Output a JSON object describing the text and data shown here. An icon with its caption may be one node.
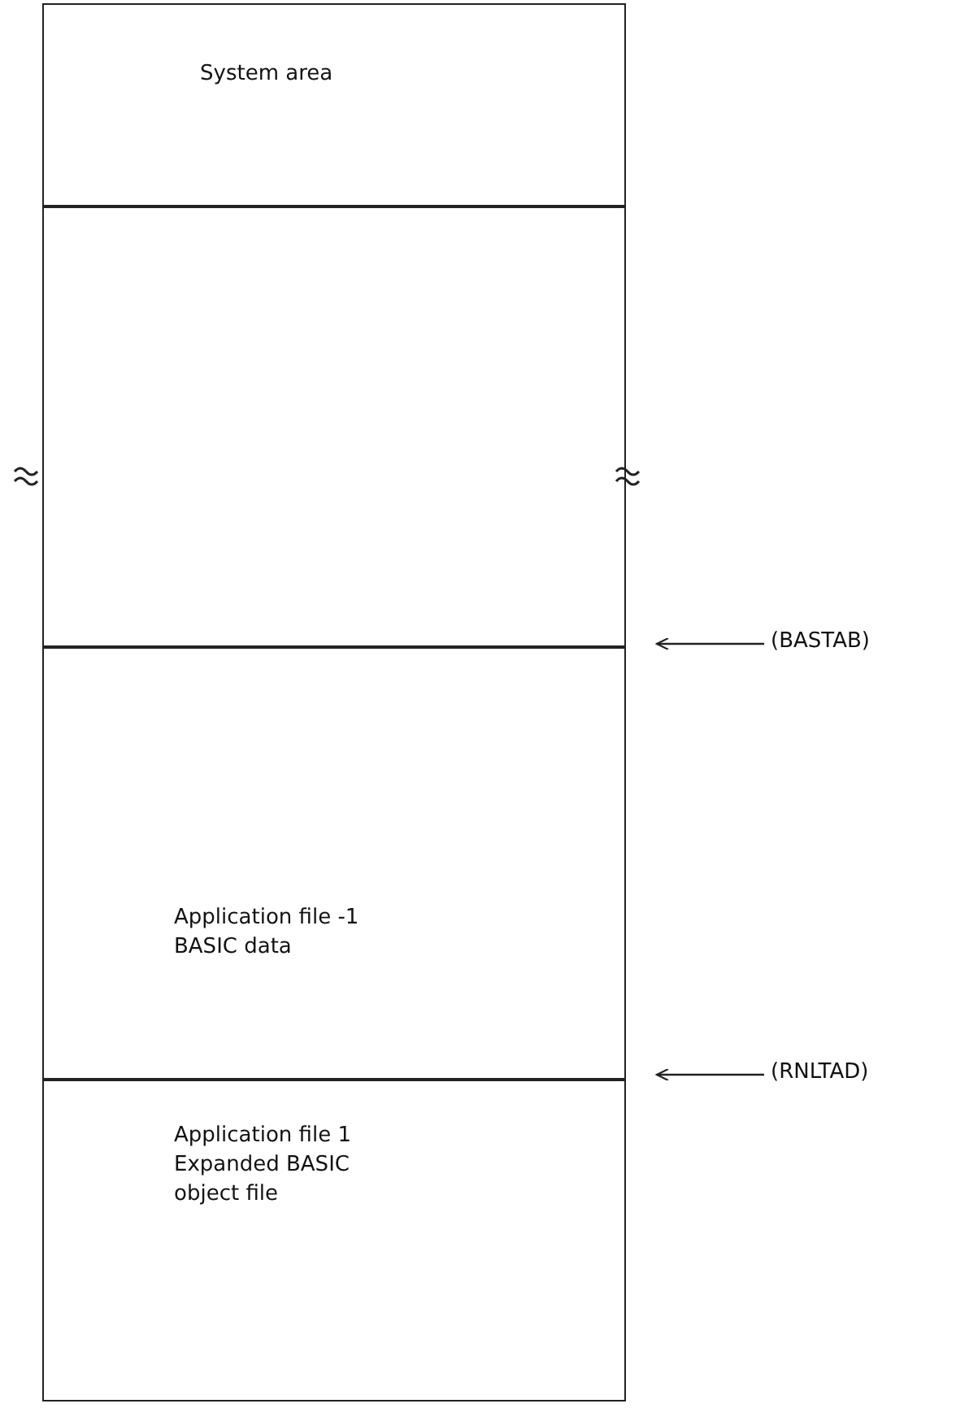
{
  "diagram": {
    "nodes": [
      {
        "text": [
          "System area"
        ]
      },
      {
        "text": [],
        "shape": "box"
      },
      {
        "text": [
          "Application file -1 BASIC data"
        ]
      },
      {
        "text": [
          "Application file 1 Expanded BASIC object file"
        ]
      },
      {
        "text": [
          "(BASTAB)"
        ]
      },
      {
        "text": [
          "(RNLTAD)"
        ]
      }
    ],
    "edges": [
      {
        "from": 4,
        "to": 2,
        "arrow": "to"
      },
      {
        "from": 5,
        "to": 3,
        "arrow": "to"
      }
    ]
  }
}
